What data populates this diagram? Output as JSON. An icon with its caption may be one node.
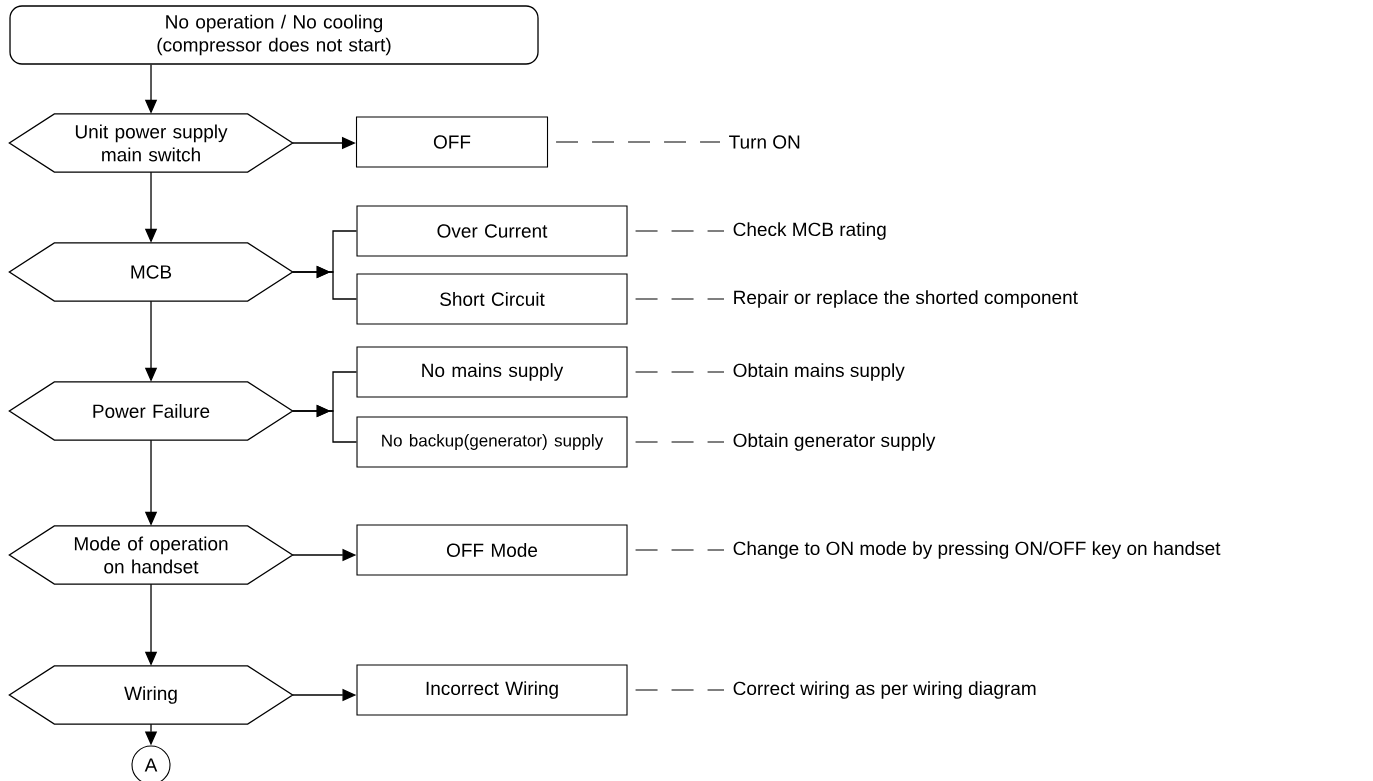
{
  "diagram": {
    "nodes": [
      {
        "text": [
          "No operation / No cooling (compressor does not start)"
        ]
      },
      {
        "text": [
          "Unit power supply main switch"
        ]
      },
      {
        "text": [
          "OFF"
        ]
      },
      {
        "text": [
          "Turn ON"
        ]
      },
      {
        "text": [
          "MCB"
        ]
      },
      {
        "text": [
          "Over Current"
        ]
      },
      {
        "text": [
          "Check MCB rating"
        ]
      },
      {
        "text": [
          "Short Circuit"
        ]
      },
      {
        "text": [
          "Repair or replace the shorted component"
        ]
      },
      {
        "text": [
          "Power Failure"
        ]
      },
      {
        "text": [
          "No mains supply"
        ]
      },
      {
        "text": [
          "Obtain mains supply"
        ]
      },
      {
        "text": [
          "No backup(generator) supply"
        ]
      },
      {
        "text": [
          "Obtain generator supply"
        ]
      },
      {
        "text": [
          "Mode of operation on handset"
        ]
      },
      {
        "text": [
          "OFF Mode"
        ]
      },
      {
        "text": [
          "Change to ON mode by pressing ON/OFF key on handset"
        ]
      },
      {
        "text": [
          "Wiring"
        ]
      },
      {
        "text": [
          "Incorrect Wiring"
        ]
      },
      {
        "text": [
          "Correct wiring as per wiring diagram"
        ]
      },
      {
        "text": [
          "A"
        ]
      }
    ],
    "edges": [
      {
        "from": 0,
        "to": 1,
        "arrow": "to"
      },
      {
        "from": 1,
        "to": 2,
        "arrow": "to"
      },
      {
        "from": 2,
        "to": 3,
        "arrow": "none",
        "style": "dashed"
      },
      {
        "from": 1,
        "to": 4,
        "arrow": "to"
      },
      {
        "from": 4,
        "to": 5,
        "arrow": "to"
      },
      {
        "from": 4,
        "to": 7,
        "arrow": "to"
      },
      {
        "from": 5,
        "to": 6,
        "arrow": "none",
        "style": "dashed"
      },
      {
        "from": 7,
        "to": 8,
        "arrow": "none",
        "style": "dashed"
      },
      {
        "from": 4,
        "to": 9,
        "arrow": "to"
      },
      {
        "from": 9,
        "to": 10,
        "arrow": "to"
      },
      {
        "from": 9,
        "to": 12,
        "arrow": "to"
      },
      {
        "from": 10,
        "to": 11,
        "arrow": "none",
        "style": "dashed"
      },
      {
        "from": 12,
        "to": 13,
        "arrow": "none",
        "style": "dashed"
      },
      {
        "from": 9,
        "to": 14,
        "arrow": "to"
      },
      {
        "from": 14,
        "to": 15,
        "arrow": "to"
      },
      {
        "from": 15,
        "to": 16,
        "arrow": "none",
        "style": "dashed"
      },
      {
        "from": 14,
        "to": 17,
        "arrow": "to"
      },
      {
        "from": 17,
        "to": 18,
        "arrow": "to"
      },
      {
        "from": 18,
        "to": 19,
        "arrow": "none",
        "style": "dashed"
      },
      {
        "from": 17,
        "to": 20,
        "arrow": "to"
      }
    ]
  }
}
